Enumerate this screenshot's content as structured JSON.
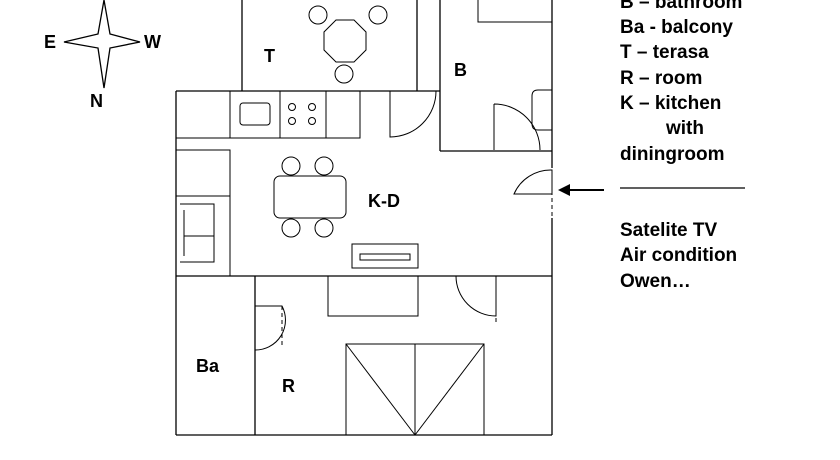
{
  "compass": {
    "east": "E",
    "west": "W",
    "north": "N"
  },
  "rooms": {
    "terrace": "T",
    "bathroom": "B",
    "kitchen_dining": "K-D",
    "balcony": "Ba",
    "room": "R"
  },
  "legend": {
    "lines": [
      "B – bathroom",
      "Ba - balcony",
      "T – terasa",
      "R – room",
      "K – kitchen",
      "with",
      "diningroom"
    ],
    "amenities": [
      "Satelite TV",
      "Air condition",
      "Owen…"
    ]
  }
}
